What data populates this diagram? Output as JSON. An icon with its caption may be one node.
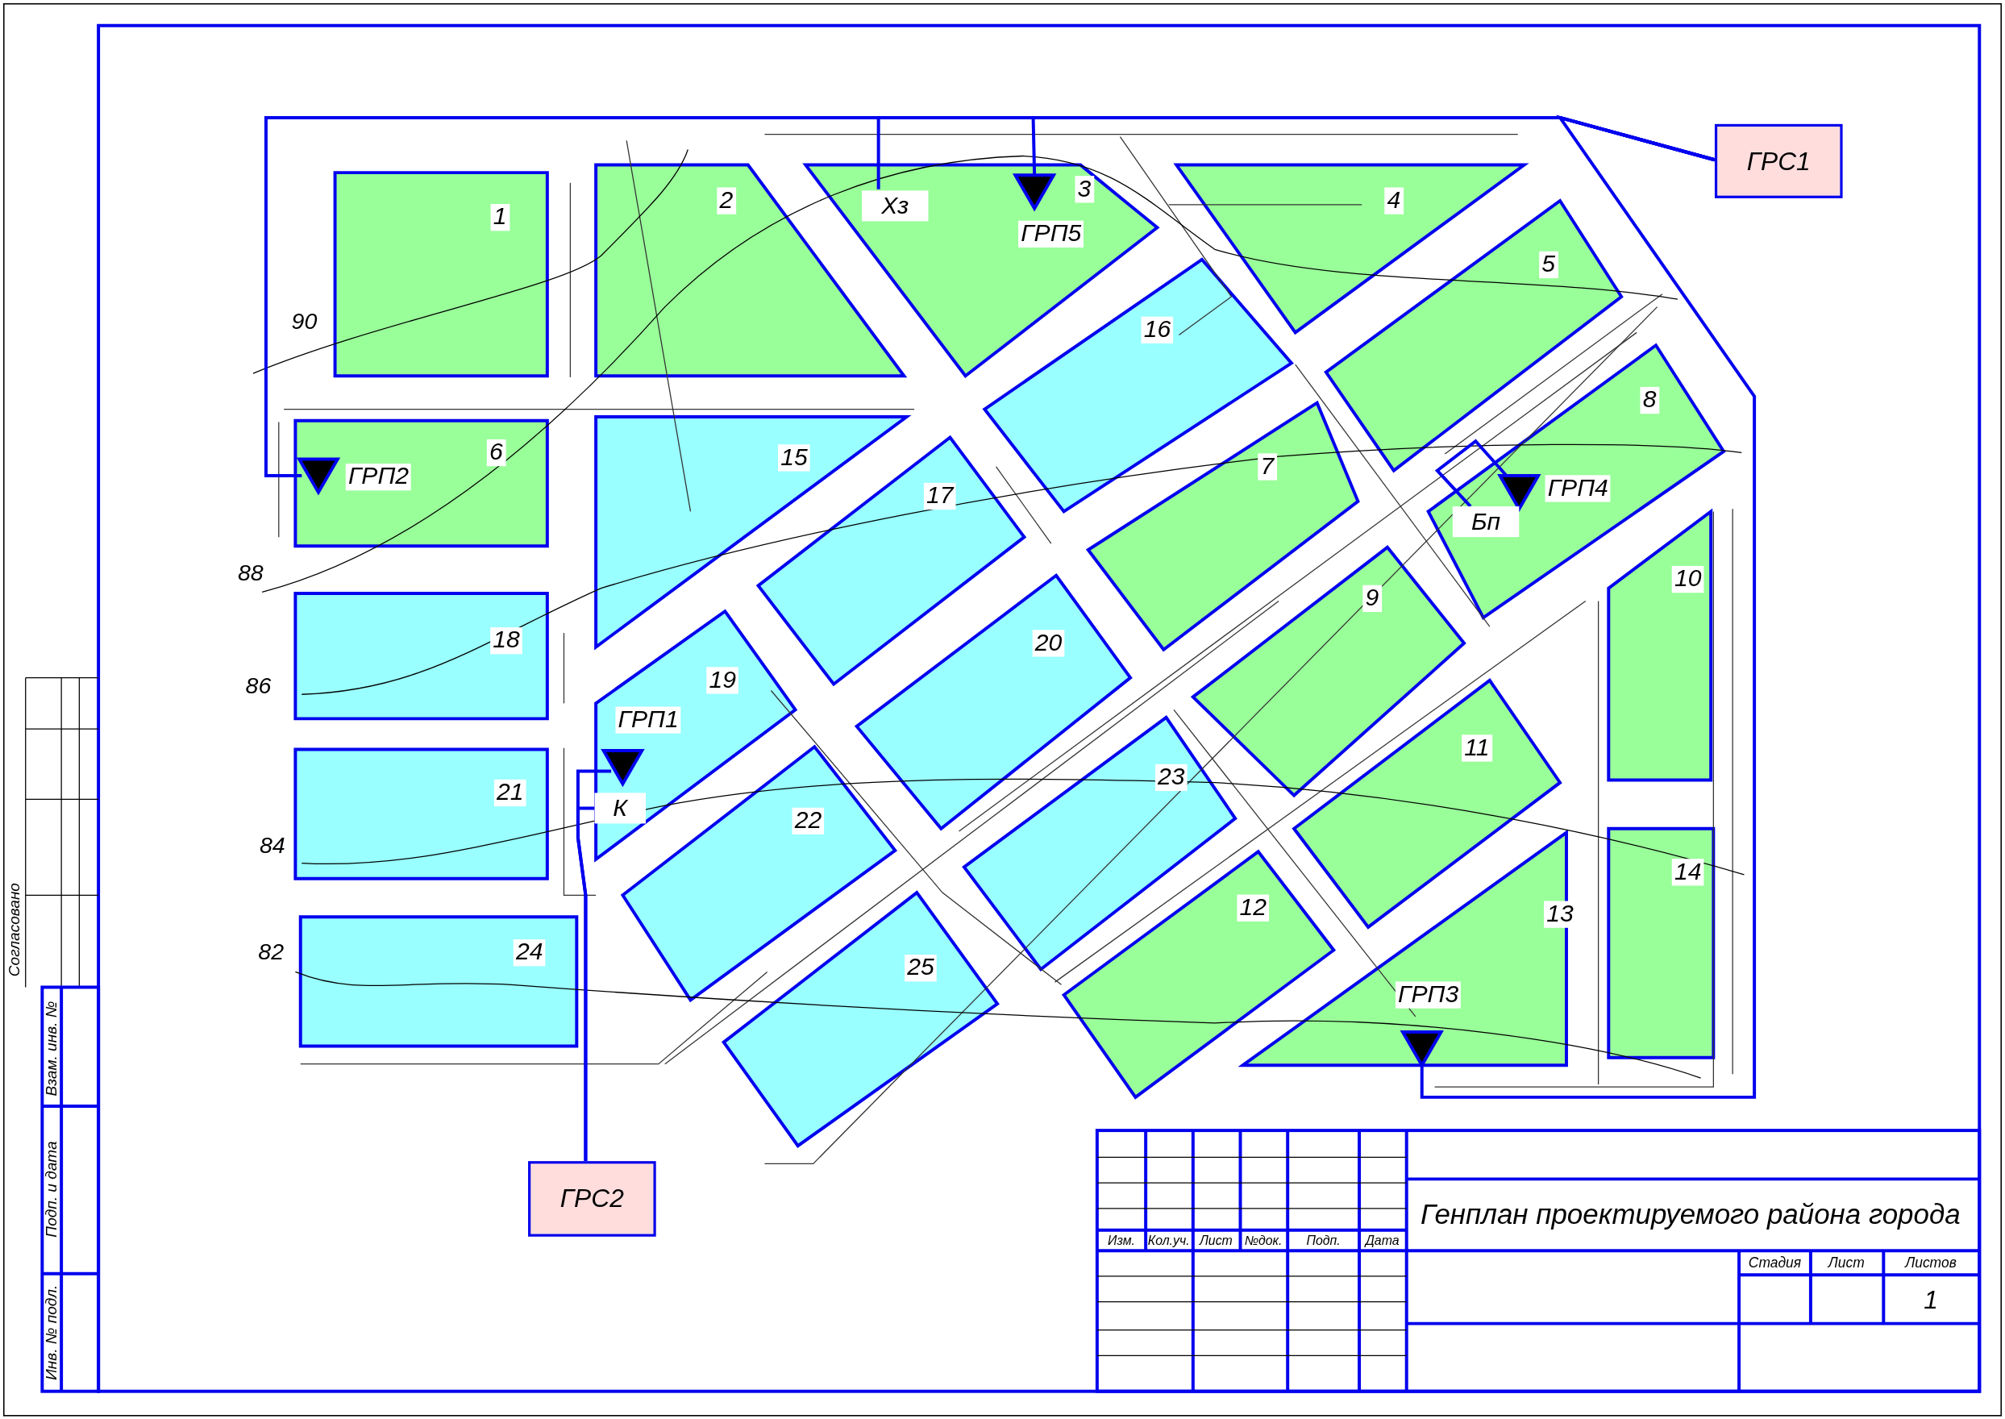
{
  "diagram": {
    "title": "Генплан проектируемого района города",
    "nodes": [
      {
        "text": [
          "1"
        ]
      },
      {
        "text": [
          "2"
        ]
      },
      {
        "text": [
          "3"
        ]
      },
      {
        "text": [
          "4"
        ]
      },
      {
        "text": [
          "5"
        ]
      },
      {
        "text": [
          "6"
        ]
      },
      {
        "text": [
          "7"
        ]
      },
      {
        "text": [
          "8"
        ]
      },
      {
        "text": [
          "9"
        ]
      },
      {
        "text": [
          "10"
        ]
      },
      {
        "text": [
          "11"
        ]
      },
      {
        "text": [
          "12"
        ]
      },
      {
        "text": [
          "13"
        ]
      },
      {
        "text": [
          "14"
        ]
      },
      {
        "text": [
          "15"
        ]
      },
      {
        "text": [
          "16"
        ]
      },
      {
        "text": [
          "17"
        ]
      },
      {
        "text": [
          "18"
        ]
      },
      {
        "text": [
          "19"
        ]
      },
      {
        "text": [
          "20"
        ]
      },
      {
        "text": [
          "21"
        ]
      },
      {
        "text": [
          "22"
        ]
      },
      {
        "text": [
          "23"
        ]
      },
      {
        "text": [
          "24"
        ]
      },
      {
        "text": [
          "25"
        ]
      },
      {
        "text": [
          "ГРС1"
        ]
      },
      {
        "text": [
          "Хз"
        ],
        "in": 2
      },
      {
        "text": [
          "ГРП5"
        ],
        "in": 2
      },
      {
        "text": [
          "ГРП2"
        ],
        "in": 5
      },
      {
        "text": [
          "ГРП4"
        ],
        "in": 7
      },
      {
        "text": [
          "Бп"
        ],
        "in": 7
      },
      {
        "text": [
          "ГРП1"
        ],
        "in": 18
      },
      {
        "text": [
          "К"
        ],
        "in": 18
      },
      {
        "text": [
          "ГРП3"
        ],
        "in": 12
      },
      {
        "text": [
          "ГРС2"
        ]
      }
    ],
    "edges": [
      {
        "from": 25,
        "to": 28,
        "arrow": "none"
      },
      {
        "from": 25,
        "to": 26,
        "arrow": "none"
      },
      {
        "from": 25,
        "to": 27,
        "arrow": "none"
      },
      {
        "from": 25,
        "to": 33,
        "arrow": "none"
      },
      {
        "from": 30,
        "to": 29,
        "arrow": "none"
      },
      {
        "from": 34,
        "to": 31,
        "arrow": "none"
      },
      {
        "from": 34,
        "to": 32,
        "arrow": "none"
      }
    ],
    "labels": [
      "90",
      "88",
      "86",
      "84",
      "82",
      "Согласовано",
      "Взам. инв. №",
      "Подп. и дата",
      "Инв. № подл.",
      "Изм.",
      "Кол.уч.",
      "Лист",
      "№док.",
      "Подп.",
      "Дата",
      "Стадия",
      "Лист",
      "Листов",
      "1"
    ]
  }
}
